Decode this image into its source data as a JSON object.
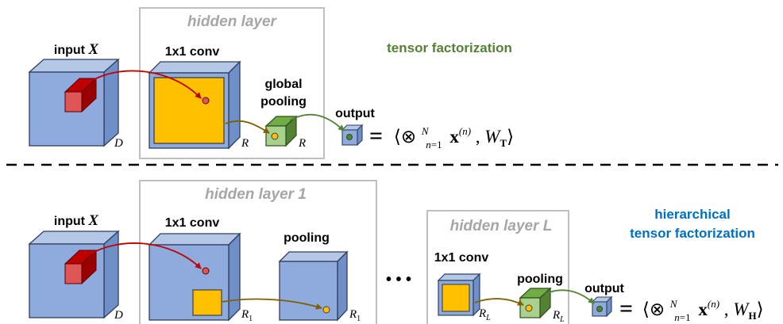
{
  "top": {
    "input_label": "input",
    "input_var": "X",
    "hidden_title": "hidden layer",
    "conv_label": "1x1 conv",
    "pool_label_1": "global",
    "pool_label_2": "pooling",
    "output_label": "output",
    "dims": {
      "input": "D",
      "conv": "R",
      "pool": "R"
    },
    "equals": "=",
    "weight_sub": "T",
    "caption": "tensor factorization"
  },
  "bottom": {
    "input_label": "input",
    "input_var": "X",
    "hidden1_title": "hidden layer 1",
    "conv_label": "1x1 conv",
    "pool_label": "pooling",
    "dots": "• • •",
    "hiddenL_title": "hidden layer L",
    "convL_label": "1x1 conv",
    "poolL_label": "pooling",
    "output_label": "output",
    "dims": {
      "input": "D",
      "conv": "R",
      "conv_sub": "1",
      "pool": "R",
      "pool_sub": "1",
      "convL": "R",
      "convL_sub": "L",
      "poolL": "R",
      "poolL_sub": "L"
    },
    "equals": "=",
    "weight_sub": "H",
    "caption_1": "hierarchical",
    "caption_2": "tensor factorization"
  },
  "math": {
    "n_upper": "N",
    "n_lower_var": "n",
    "n_lower_rest": "=1",
    "x": "x",
    "x_sup": "(n)",
    "w": "W"
  },
  "colors": {
    "cube_face": "#8faadc",
    "cube_top": "#b4c7e7",
    "cube_side": "#6f8fc9",
    "cube_edge": "#2f3f5f",
    "red_cube": "#c00000",
    "red_front": "#e05555",
    "orange": "#ffc000",
    "green_cube": "#70ad47",
    "green_front": "#a9d18e",
    "arrow_red": "#c00000",
    "arrow_brown": "#7f6000",
    "arrow_green": "#548235",
    "box_border": "#bfbfbf",
    "caption_green": "#548235",
    "caption_blue": "#0070c0"
  }
}
